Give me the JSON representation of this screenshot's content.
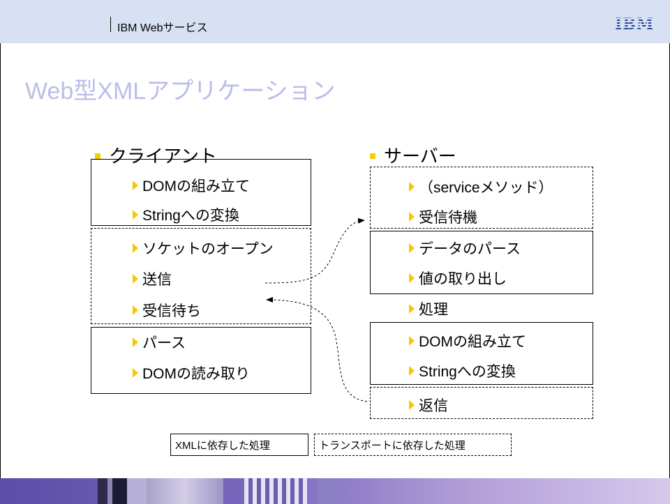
{
  "header": {
    "company": "IBM Webサービス",
    "logo": "IBM"
  },
  "title": "Web型XMLアプリケーション",
  "client": {
    "heading": "クライアント",
    "items": [
      "DOMの組み立て",
      "Stringへの変換",
      "ソケットのオープン",
      "送信",
      "受信待ち",
      "パース",
      "DOMの読み取り"
    ]
  },
  "server": {
    "heading": "サーバー",
    "items": [
      "（serviceメソッド）",
      "受信待機",
      "データのパース",
      "値の取り出し",
      "処理",
      "DOMの組み立て",
      "Stringへの変換",
      "返信"
    ]
  },
  "legend": {
    "xml": "XMLに依存した処理",
    "transport": "トランスポートに依存した処理"
  },
  "colors": {
    "header_bg": "#d8e1f4",
    "title": "#bbbde8",
    "bullet": "#f5d000",
    "logo": "#1c3f94",
    "footer": "#6a5bb3"
  }
}
